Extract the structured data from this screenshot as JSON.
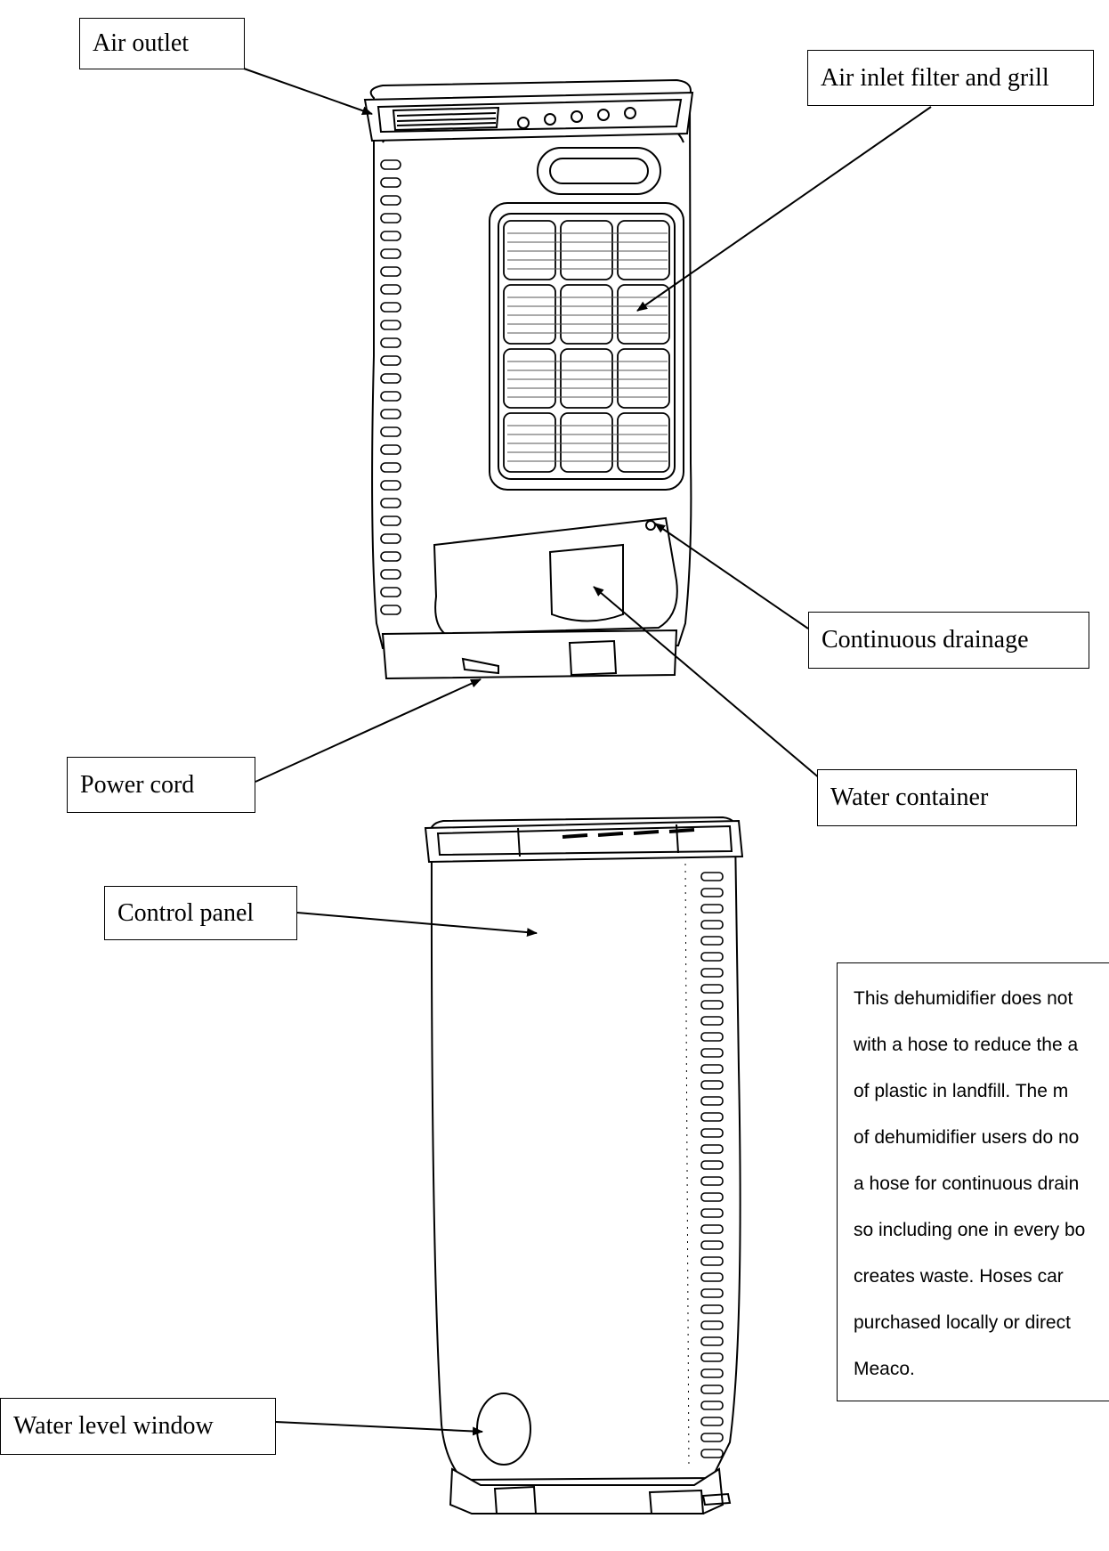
{
  "labels": {
    "air_outlet": "Air outlet",
    "air_inlet": "Air inlet filter and grill",
    "continuous_drainage": "Continuous drainage",
    "power_cord": "Power cord",
    "water_container": "Water container",
    "control_panel": "Control panel",
    "water_level_window": "Water level window"
  },
  "note": {
    "lines": [
      "This dehumidifier does not",
      "with a hose to reduce the a",
      "of plastic in landfill.   The m",
      "of dehumidifier users do no",
      "a hose for continuous drain",
      "so including one in every bo",
      "creates waste.   Hoses car",
      "purchased locally or direct",
      "Meaco."
    ]
  },
  "colors": {
    "line": "#000000",
    "background": "#ffffff",
    "fill": "#ffffff"
  }
}
